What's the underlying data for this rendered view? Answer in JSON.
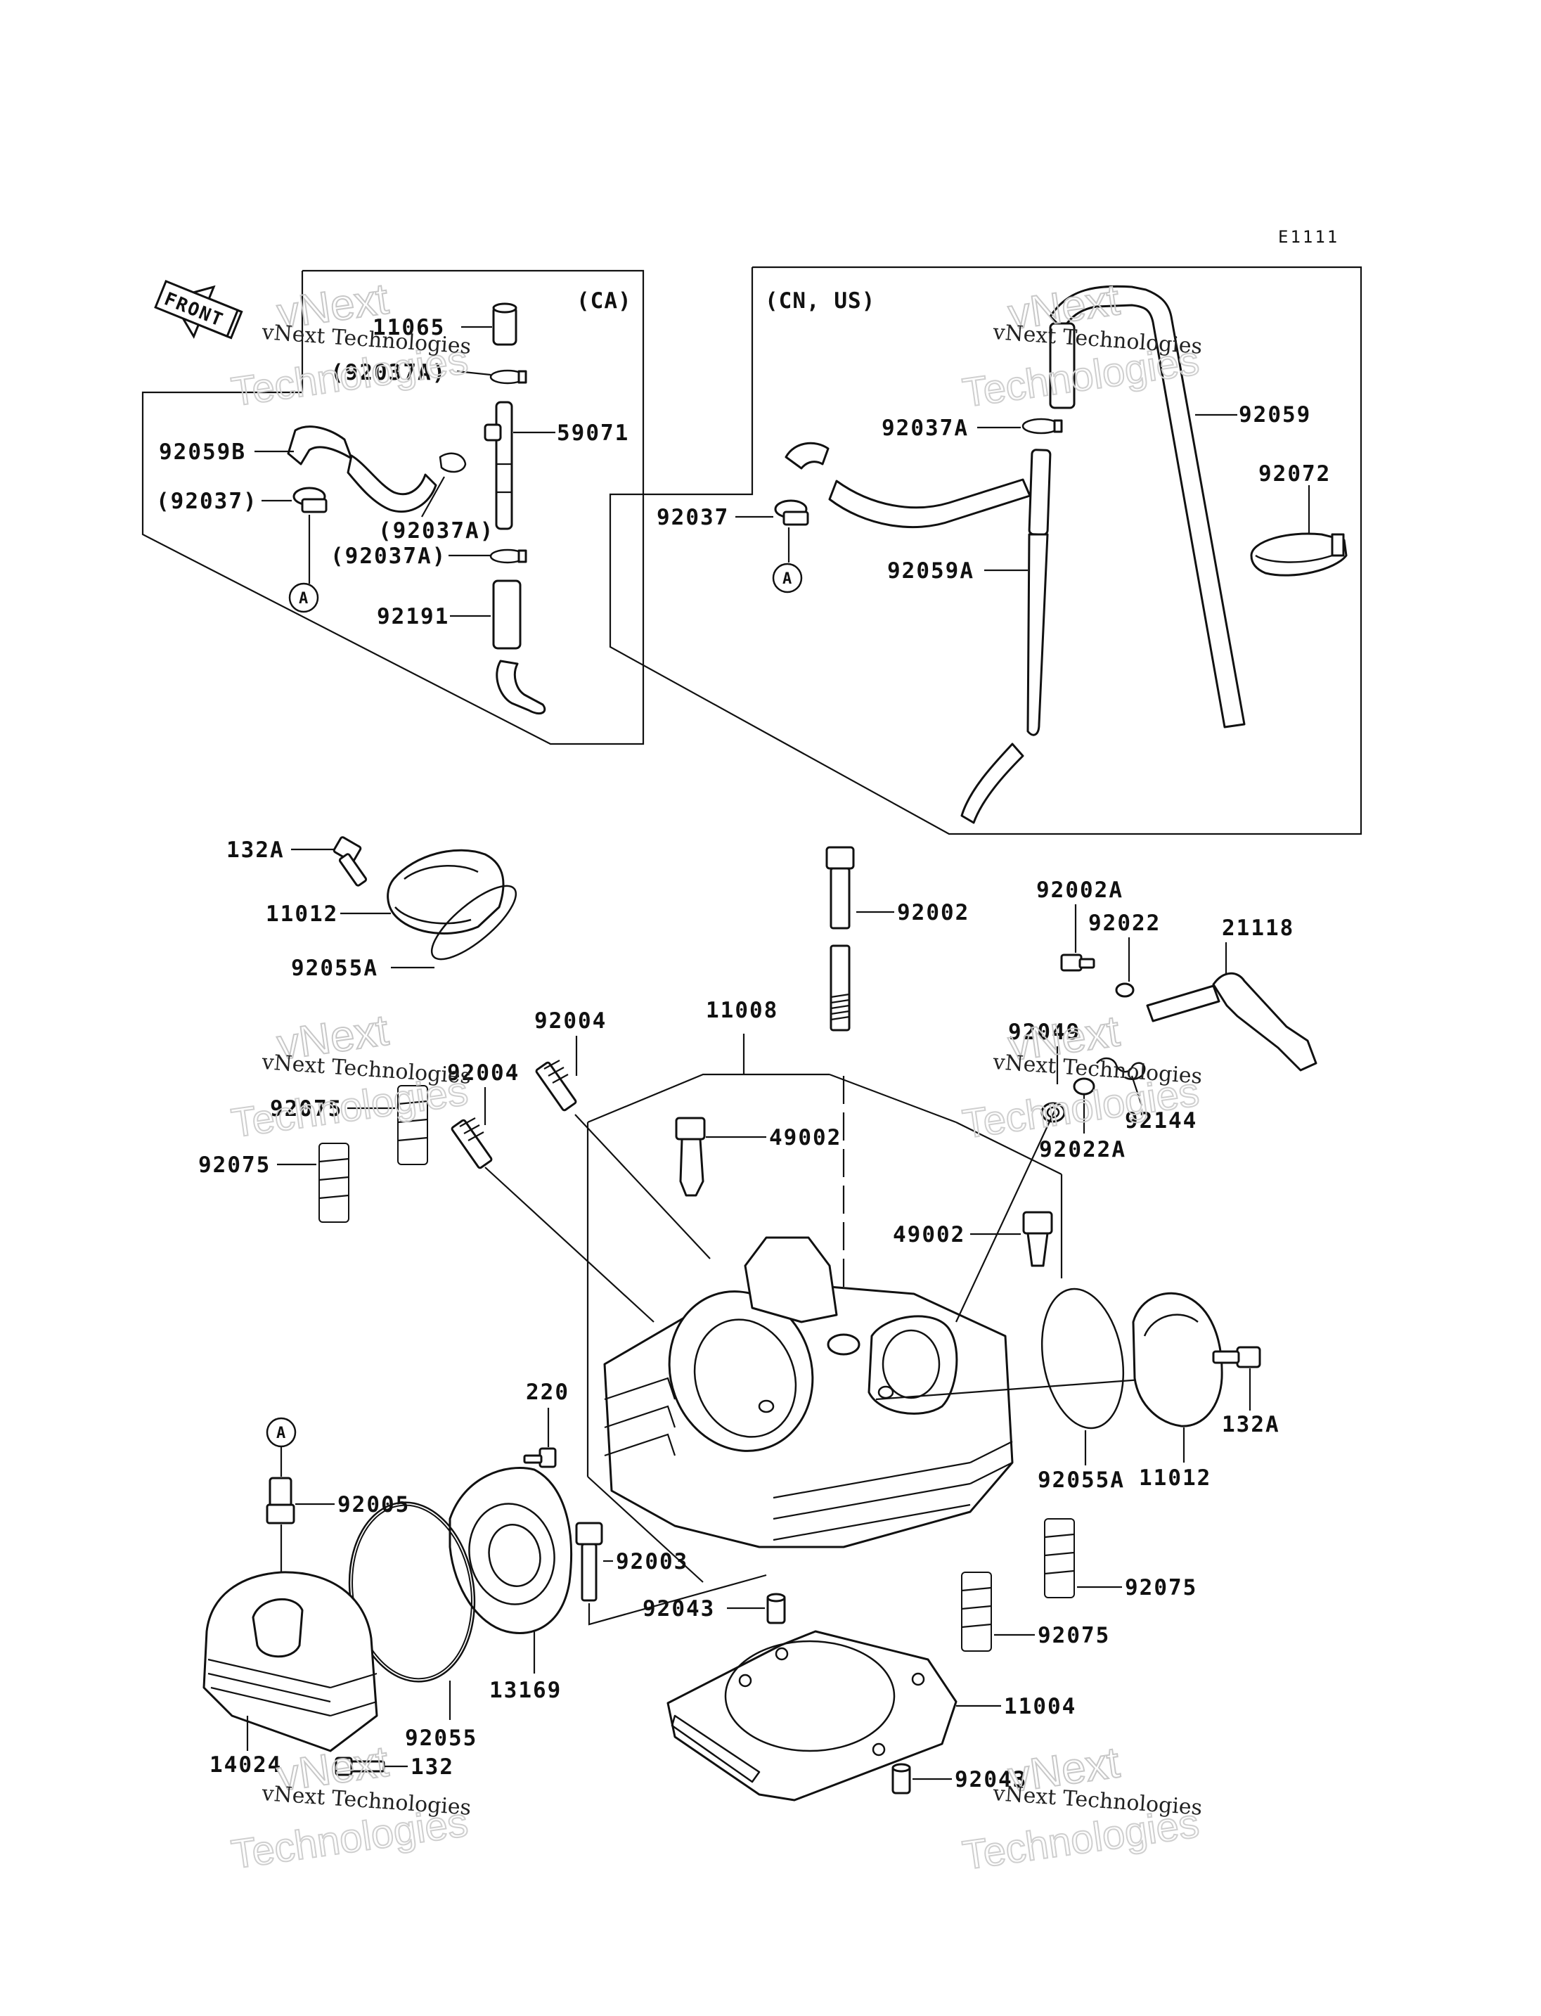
{
  "diagram_code": "E1111",
  "front_arrow_text": "FRONT",
  "boxes": {
    "ca": "(CA)",
    "cn_us": "(CN, US)"
  },
  "connector_ref": "A",
  "watermark": {
    "small": "vNext Technologies",
    "big_line1": "vNext",
    "big_line2": "Technologies"
  },
  "callouts": {
    "ca_11065": "11065",
    "ca_92037a_top": "(92037A)",
    "ca_59071": "59071",
    "ca_92059b": "92059B",
    "ca_92037": "(92037)",
    "ca_92037a_mid": "(92037A)",
    "ca_92037a_low": "(92037A)",
    "ca_92191": "92191",
    "cn_92059": "92059",
    "cn_92037a": "92037A",
    "cn_92072": "92072",
    "cn_92037": "92037",
    "cn_92059a": "92059A",
    "p132a_top": "132A",
    "p11012_top": "11012",
    "p92055a_top": "92055A",
    "p92002": "92002",
    "p92002a": "92002A",
    "p92022": "92022",
    "p21118": "21118",
    "p92004_a": "92004",
    "p11008": "11008",
    "p92049": "92049",
    "p92004_b": "92004",
    "p92075_a": "92075",
    "p92144": "92144",
    "p49002_a": "49002",
    "p92022a": "92022A",
    "p92075_b": "92075",
    "p49002_b": "49002",
    "p132a_bot": "132A",
    "p220": "220",
    "p92055a_bot": "92055A",
    "p11012_bot": "11012",
    "p92005": "92005",
    "p92003": "92003",
    "p92075_c": "92075",
    "p92043_a": "92043",
    "p92075_d": "92075",
    "p13169": "13169",
    "p11004": "11004",
    "p92055": "92055",
    "p14024": "14024",
    "p132": "132",
    "p92043_b": "92043"
  }
}
